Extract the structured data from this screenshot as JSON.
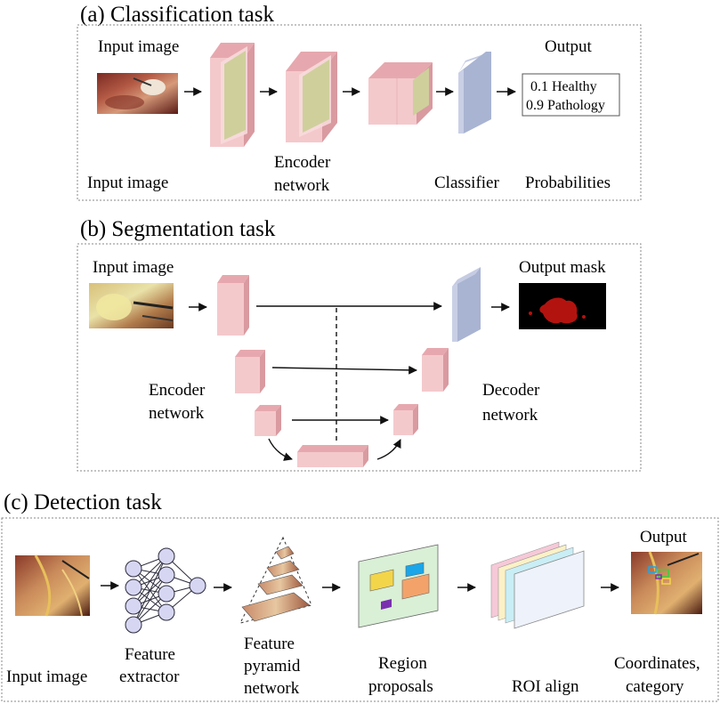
{
  "colors": {
    "panel_border": "#8a8a8a",
    "encoder_block": "#f4c9cc",
    "encoder_block_top": "#e6a8ae",
    "encoder_block_side": "#d99aa0",
    "encoder_inner": "#cfcf9c",
    "classifier_block": "#a9b4d2",
    "decoder_block": "#a9b4d2",
    "mask_red": "#b3130f",
    "node_fill": "#d6d6f3",
    "region_panel": "#d9efd6",
    "roi_cyan": "#c9eef5",
    "roi_yellow": "#fbf1c6",
    "roi_pink": "#f6c9d8",
    "roi_front": "#eef2fb",
    "box_yellow": "#f3d54a",
    "box_blue": "#1aa6e8",
    "box_orange": "#f3a36a",
    "box_purple": "#7a2fb0"
  },
  "classification": {
    "title": "(a) Classification task",
    "input_image_top_label": "Input image",
    "output_top_label": "Output",
    "output_line1": "0.1 Healthy",
    "output_line2": "0.9 Pathology",
    "bottom_input_label": "Input image",
    "encoder_label_line1": "Encoder",
    "encoder_label_line2": "network",
    "classifier_label": "Classifier",
    "probabilities_label": "Probabilities",
    "input_image_icon": "surgical-image"
  },
  "segmentation": {
    "title": "(b) Segmentation task",
    "input_label": "Input image",
    "output_label": "Output mask",
    "encoder_label_line1": "Encoder",
    "encoder_label_line2": "network",
    "decoder_label_line1": "Decoder",
    "decoder_label_line2": "network",
    "input_image_icon": "surgical-image",
    "output_mask_icon": "segmentation-mask"
  },
  "detection": {
    "title": "(c) Detection task",
    "output_top_label": "Output",
    "input_label": "Input image",
    "feature_extractor_line1": "Feature",
    "feature_extractor_line2": "extractor",
    "fpn_line1": "Feature",
    "fpn_line2": "pyramid",
    "fpn_line3": "network",
    "region_line1": "Region",
    "region_line2": "proposals",
    "roi_label": "ROI align",
    "coords_line1": "Coordinates,",
    "coords_line2": "category",
    "input_image_icon": "surgical-image",
    "network_icon": "neural-network",
    "pyramid_icon": "feature-pyramid",
    "proposals_icon": "region-proposals",
    "roi_icon": "roi-align-stack",
    "output_image_icon": "detection-output-image"
  }
}
